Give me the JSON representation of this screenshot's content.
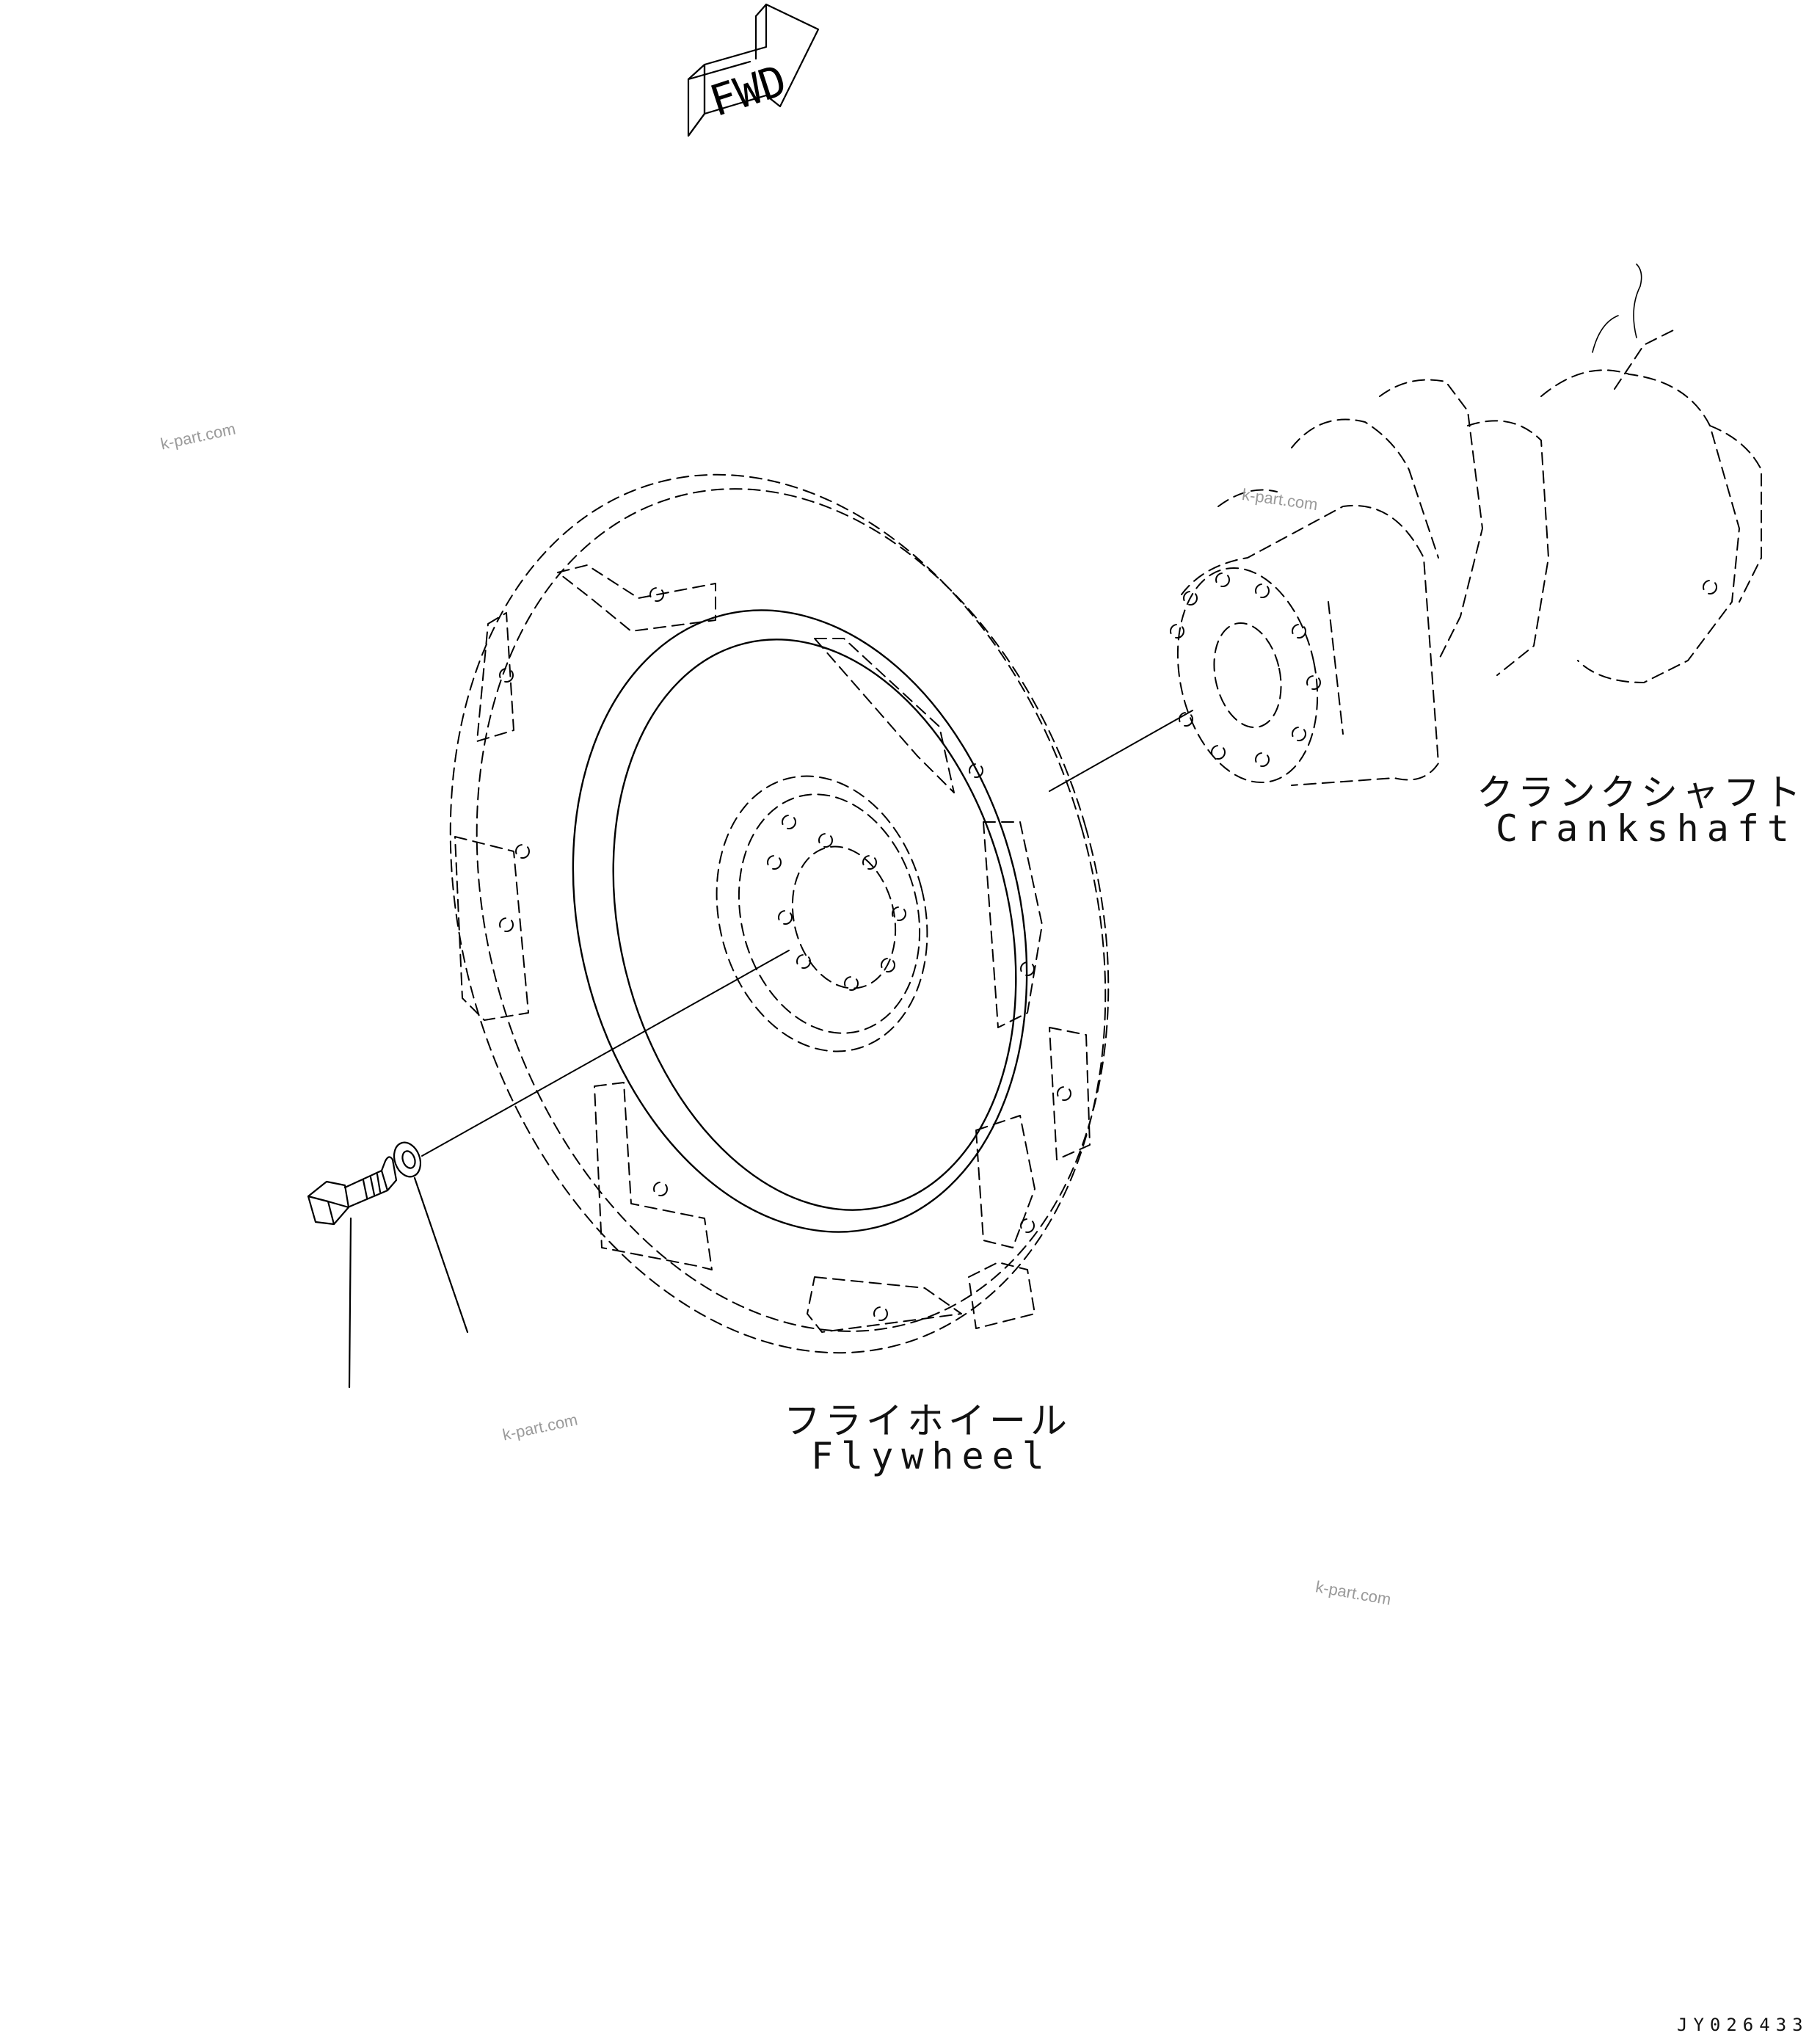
{
  "direction_marker": {
    "text": "FWD"
  },
  "parts": {
    "crankshaft": {
      "label_jp": "クランクシャフト",
      "label_en": "Crankshaft"
    },
    "flywheel": {
      "label_jp": "フライホイール",
      "label_en": "Flywheel"
    },
    "bolt": {
      "callout": ""
    },
    "washer": {
      "callout": ""
    }
  },
  "watermark": {
    "text": "k-part.com"
  },
  "drawing_number": "JY026433"
}
